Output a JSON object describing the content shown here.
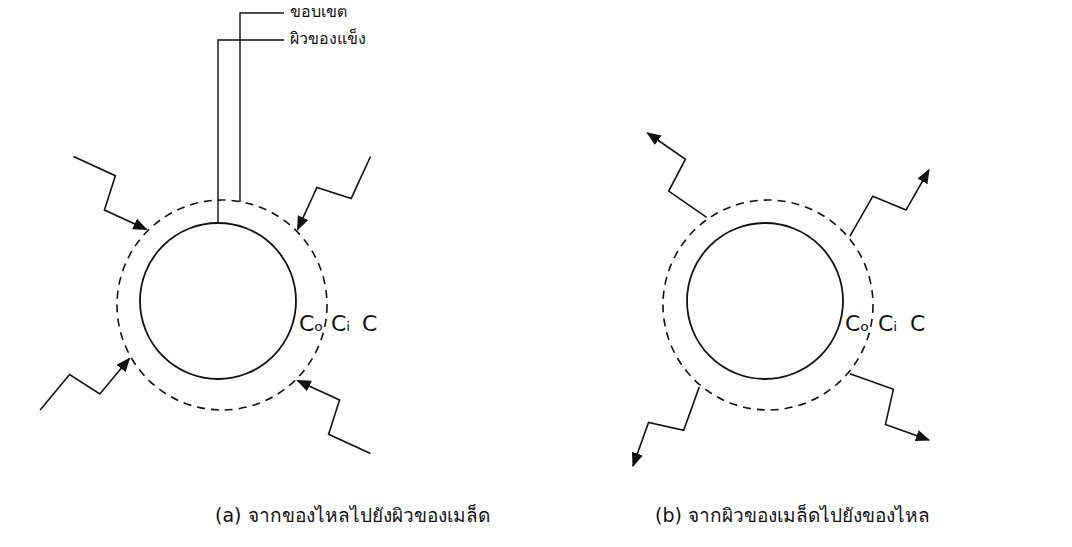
{
  "diagram": {
    "labels": [
      "ขอบเขต",
      "ผิวของแข็ง",
      "Cₒ",
      "Cᵢ",
      "C",
      "Cₒ",
      "Cᵢ",
      "C",
      "(a) จากของไหลไปยังผิวของเมล็ด",
      "(b) จากผิวของเมล็ดไปยังของไหล"
    ]
  }
}
